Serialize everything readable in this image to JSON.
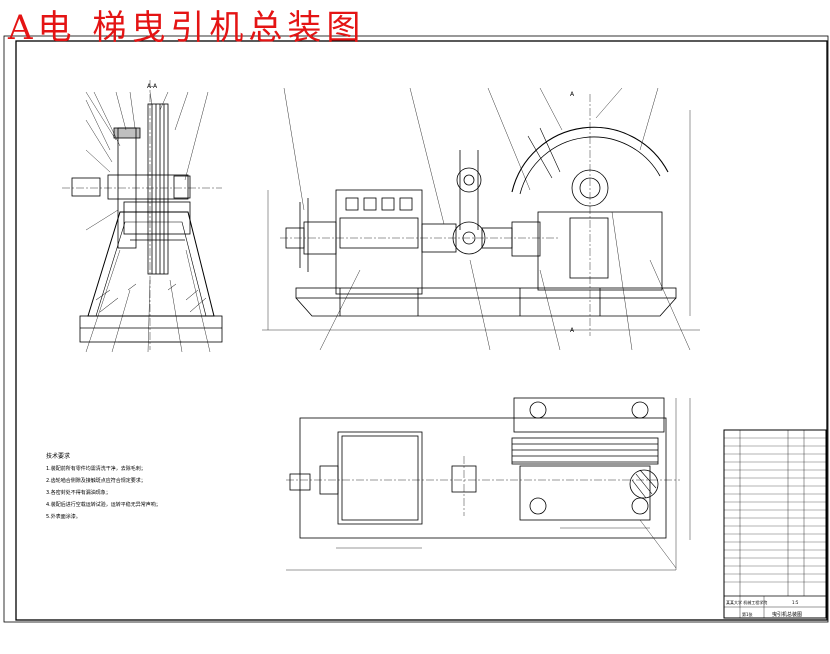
{
  "drawing": {
    "title": "A电 梯曳引机总装图",
    "colors": {
      "line": "#000000",
      "title": "#e41414",
      "background": "#ffffff"
    },
    "section_labels": {
      "side_section": "A-A",
      "cut_top": "A",
      "cut_bottom": "A"
    },
    "notes_heading": "技术要求",
    "notes": [
      "1.装配前所有零件均需清洗干净，去除毛刺；",
      "2.齿轮啮合侧隙及接触斑点应符合规定要求；",
      "3.各密封处不得有漏油现象；",
      "4.装配后进行空载运转试验，运转平稳无异常声响；",
      "5.外表面涂漆。"
    ],
    "title_block": {
      "drawing_name": "曳引机总装图",
      "company": "某某大学 机械工程学院",
      "scale": "1:5",
      "sheet": "第1张"
    }
  }
}
